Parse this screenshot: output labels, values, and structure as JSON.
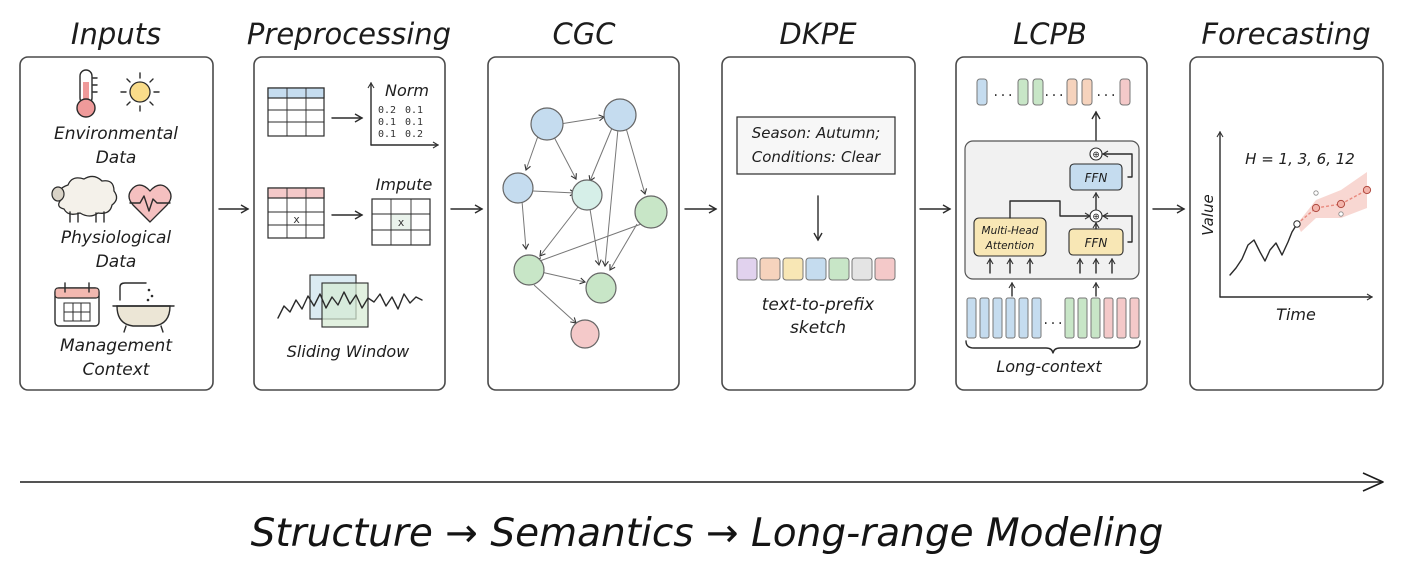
{
  "stages": [
    {
      "title": "Inputs"
    },
    {
      "title": "Preprocessing"
    },
    {
      "title": "CGC"
    },
    {
      "title": "DKPE"
    },
    {
      "title": "LCPB"
    },
    {
      "title": "Forecasting"
    }
  ],
  "inputs": {
    "environmental_line1": "Environmental",
    "environmental_line2": "Data",
    "physiological_line1": "Physiological",
    "physiological_line2": "Data",
    "management_line1": "Management",
    "management_line2": "Context"
  },
  "preprocessing": {
    "norm_label": "Norm",
    "norm_values": [
      [
        "0.2",
        "0.1"
      ],
      [
        "0.1",
        "0.1"
      ],
      [
        "0.1",
        "0.2"
      ]
    ],
    "impute_label": "Impute",
    "missing_mark": "x",
    "sliding_label": "Sliding Window"
  },
  "dkpe": {
    "prompt_line1": "Season: Autumn;",
    "prompt_line2": "Conditions: Clear",
    "caption_line1": "text-to-prefix",
    "caption_line2": "sketch"
  },
  "lcpb": {
    "ellipsis": "...",
    "ffn_top": "FFN",
    "ffn_bottom": "FFN",
    "oplus": "⊕",
    "mha_line1": "Multi-Head",
    "mha_line2": "Attention",
    "long_context_label": "Long-context"
  },
  "forecasting": {
    "horizon_label": "H = 1, 3, 6, 12",
    "ylabel": "Value",
    "xlabel": "Time"
  },
  "bottom": {
    "caption": "Structure → Semantics → Long-range Modeling"
  },
  "colors": {
    "blue": "#c5dcef",
    "green": "#c8e6c7",
    "red": "#f4c9c9",
    "yellow": "#f8e7b5",
    "peach": "#f6d3bd",
    "purple": "#e1d2ee",
    "ink": "#2b2b2b",
    "forecast": "#e98a7e"
  }
}
